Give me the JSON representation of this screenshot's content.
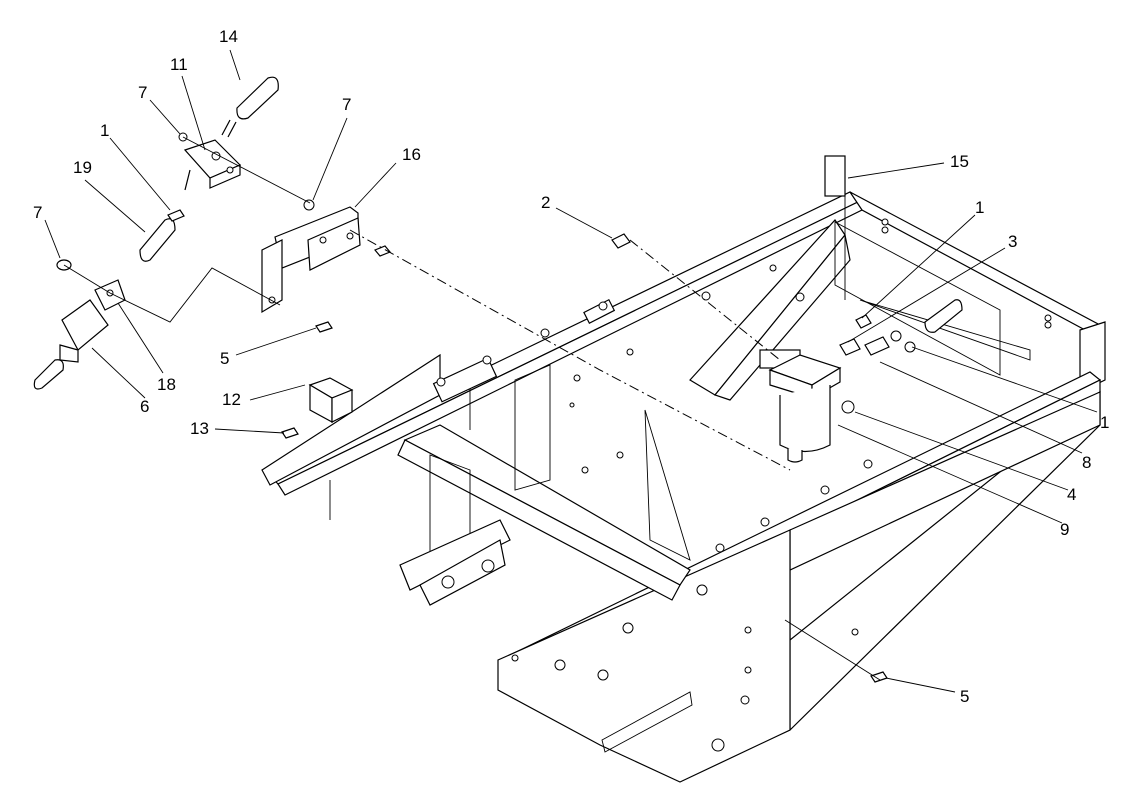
{
  "diagram": {
    "callouts": [
      {
        "id": "c14a",
        "label": "14"
      },
      {
        "id": "c11",
        "label": "11"
      },
      {
        "id": "c7a",
        "label": "7"
      },
      {
        "id": "c7b",
        "label": "7"
      },
      {
        "id": "c16",
        "label": "16"
      },
      {
        "id": "c1a",
        "label": "1"
      },
      {
        "id": "c19",
        "label": "19"
      },
      {
        "id": "c7c",
        "label": "7"
      },
      {
        "id": "c15",
        "label": "15"
      },
      {
        "id": "c2",
        "label": "2"
      },
      {
        "id": "c1b",
        "label": "1"
      },
      {
        "id": "c3",
        "label": "3"
      },
      {
        "id": "c5a",
        "label": "5"
      },
      {
        "id": "c18",
        "label": "18"
      },
      {
        "id": "c6",
        "label": "6"
      },
      {
        "id": "c12",
        "label": "12"
      },
      {
        "id": "c13",
        "label": "13"
      },
      {
        "id": "c1c",
        "label": "1"
      },
      {
        "id": "c8",
        "label": "8"
      },
      {
        "id": "c4",
        "label": "4"
      },
      {
        "id": "c9",
        "label": "9"
      },
      {
        "id": "c5b",
        "label": "5"
      }
    ]
  }
}
